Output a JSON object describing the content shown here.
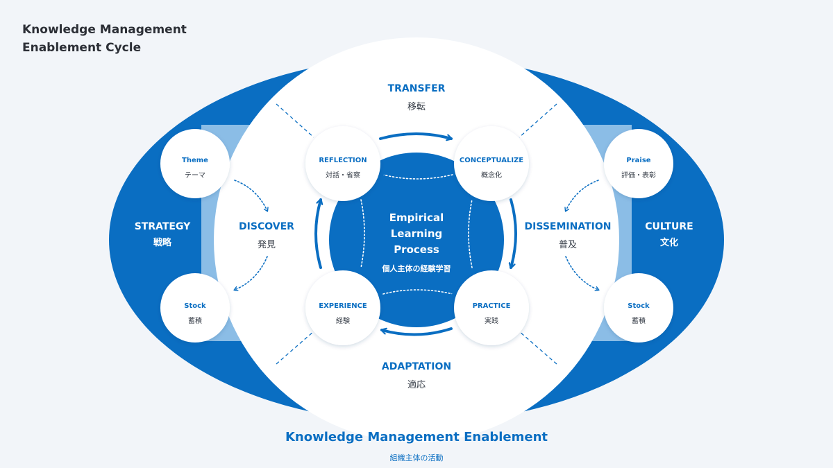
{
  "title": {
    "line1": "Knowledge Management",
    "line2": "Enablement Cycle"
  },
  "core": {
    "line1": "Empirical",
    "line2": "Learning",
    "line3": "Process",
    "jp": "個人主体の経験学習"
  },
  "nodes": {
    "reflection": {
      "en": "REFLECTION",
      "jp": "対話・省察"
    },
    "conceptualize": {
      "en": "CONCEPTUALIZE",
      "jp": "概念化"
    },
    "experience": {
      "en": "EXPERIENCE",
      "jp": "経験"
    },
    "practice": {
      "en": "PRACTICE",
      "jp": "実践"
    }
  },
  "phases": {
    "transfer": {
      "en": "TRANSFER",
      "jp": "移転"
    },
    "adaptation": {
      "en": "ADAPTATION",
      "jp": "適応"
    },
    "discover": {
      "en": "DISCOVER",
      "jp": "発見"
    },
    "dissemination": {
      "en": "DISSEMINATION",
      "jp": "普及"
    }
  },
  "sides": {
    "strategy": {
      "en": "STRATEGY",
      "jp": "戦略"
    },
    "culture": {
      "en": "CULTURE",
      "jp": "文化"
    }
  },
  "outer_nodes": {
    "theme": {
      "en": "Theme",
      "jp": "テーマ"
    },
    "stock_left": {
      "en": "Stock",
      "jp": "蓄積"
    },
    "praise": {
      "en": "Praise",
      "jp": "評価・表彰"
    },
    "stock_right": {
      "en": "Stock",
      "jp": "蓄積"
    }
  },
  "footer": {
    "title": "Knowledge Management Enablement",
    "subtitle": "組織主体の活動"
  },
  "colors": {
    "primary": "#0a6ec2",
    "light_band": "#8bbde6",
    "background": "#f2f5f9",
    "title_text": "#2c2f36"
  }
}
